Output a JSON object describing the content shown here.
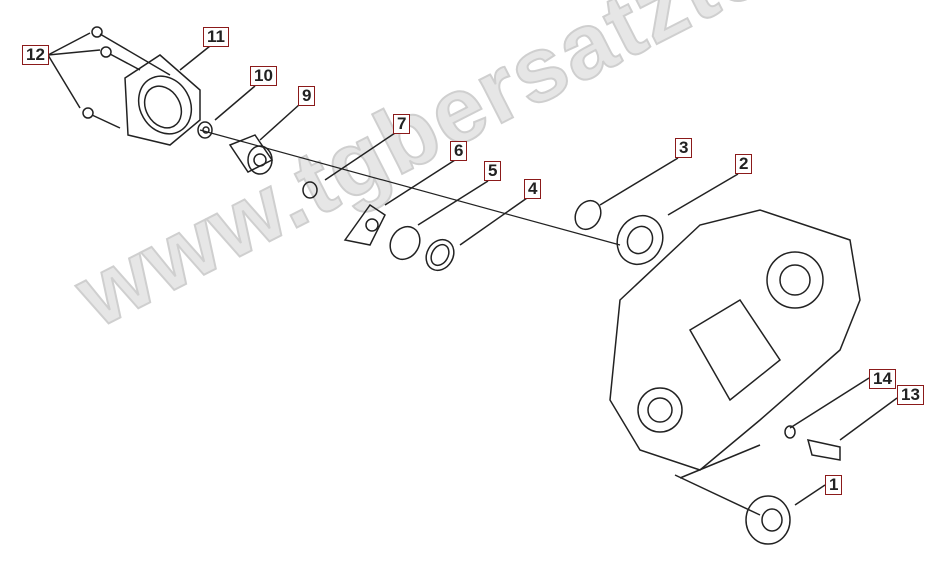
{
  "watermark": "www.tgbersatzteile.de",
  "labels": [
    "1",
    "2",
    "3",
    "4",
    "5",
    "6",
    "7",
    "9",
    "10",
    "11",
    "12",
    "13",
    "14"
  ],
  "colors": {
    "label_border": "#8b1a1a",
    "line": "#222222",
    "watermark": "#e6e6e6"
  }
}
